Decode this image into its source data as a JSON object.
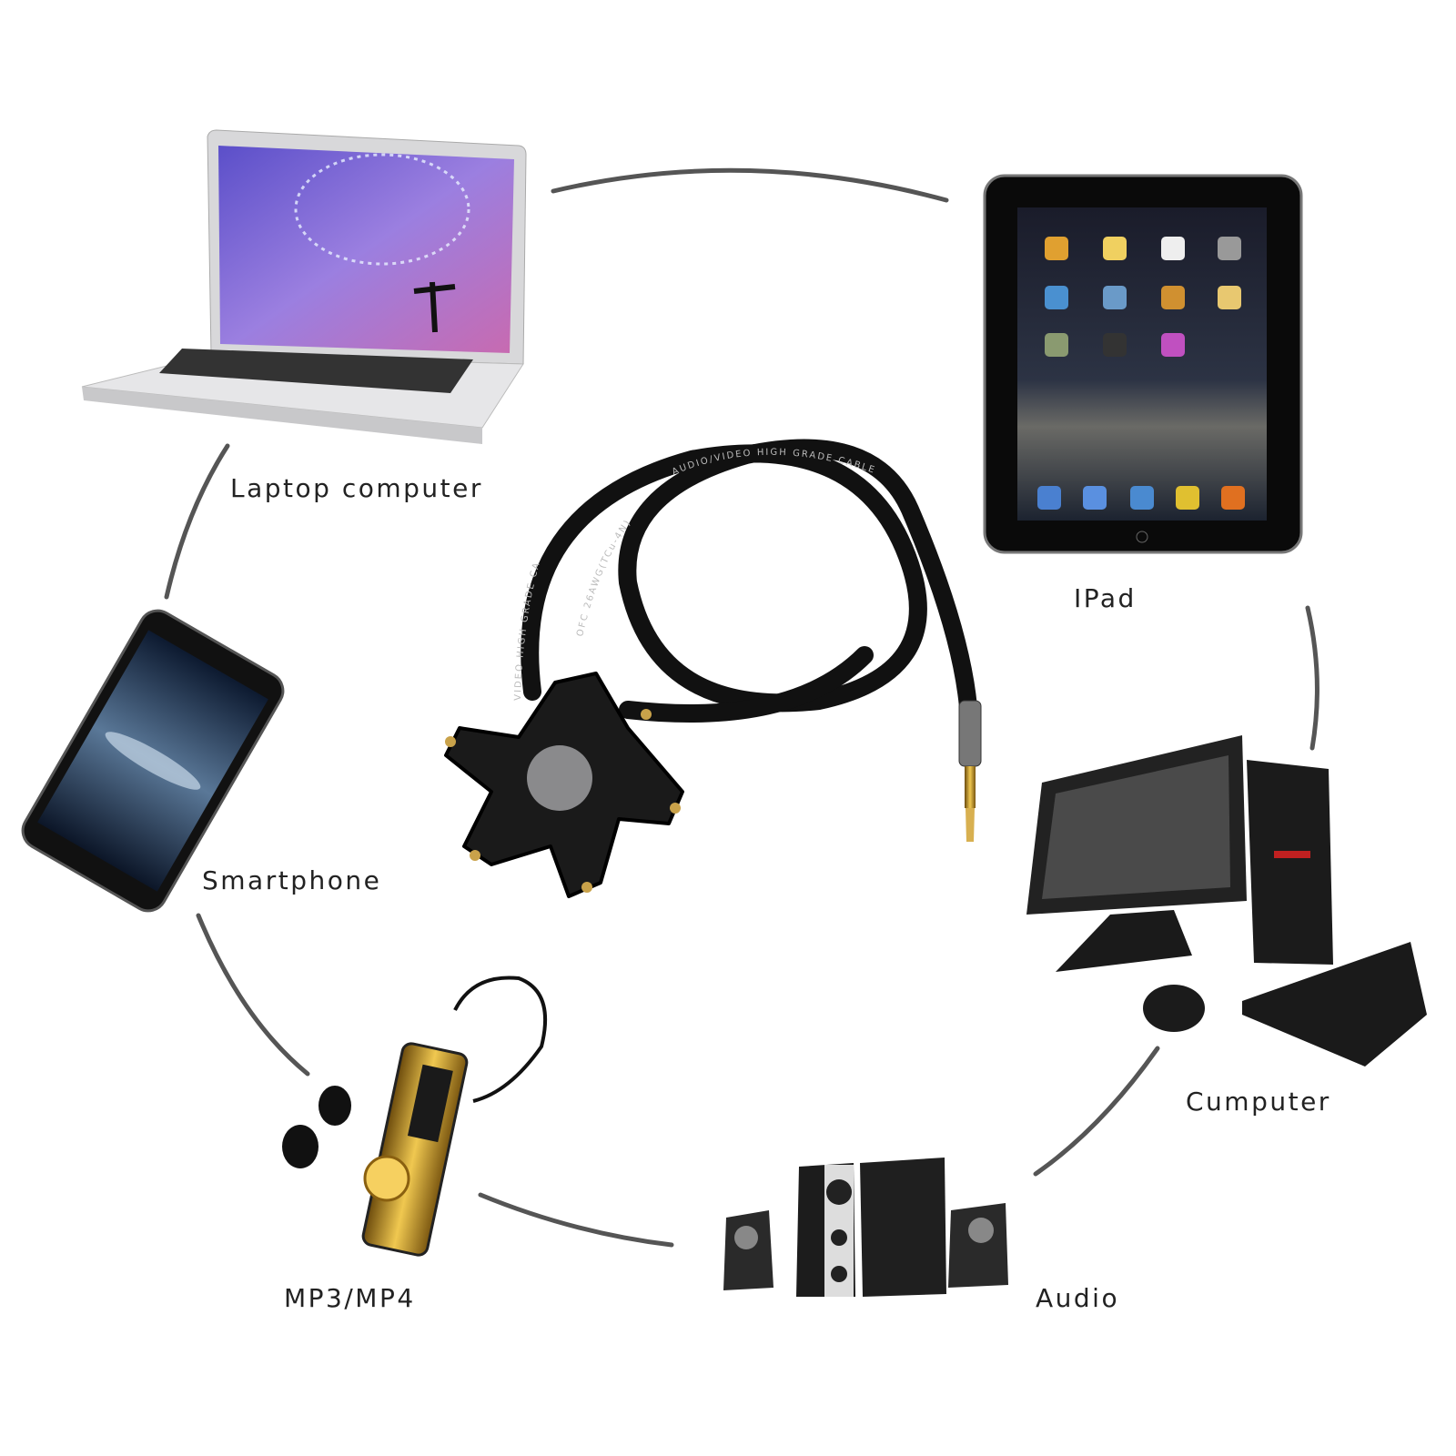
{
  "devices": [
    {
      "id": "laptop",
      "label": "Laptop computer"
    },
    {
      "id": "ipad",
      "label": "IPad"
    },
    {
      "id": "smartphone",
      "label": "Smartphone"
    },
    {
      "id": "computer",
      "label": "Cumputer"
    },
    {
      "id": "mp3",
      "label": "MP3/MP4"
    },
    {
      "id": "audio",
      "label": "Audio"
    }
  ],
  "cable": {
    "print_1": "AUDIO/VIDEO   HIGH   GRADE   CABLE",
    "print_2": "OFC  26AWG(TCu-4N)",
    "print_3": "VIDEO   HIGH   GRADE   CA"
  },
  "colors": {
    "connector_lines": "#555555",
    "text": "#222222",
    "cable": "#111111",
    "gold": "#c9a24a"
  }
}
